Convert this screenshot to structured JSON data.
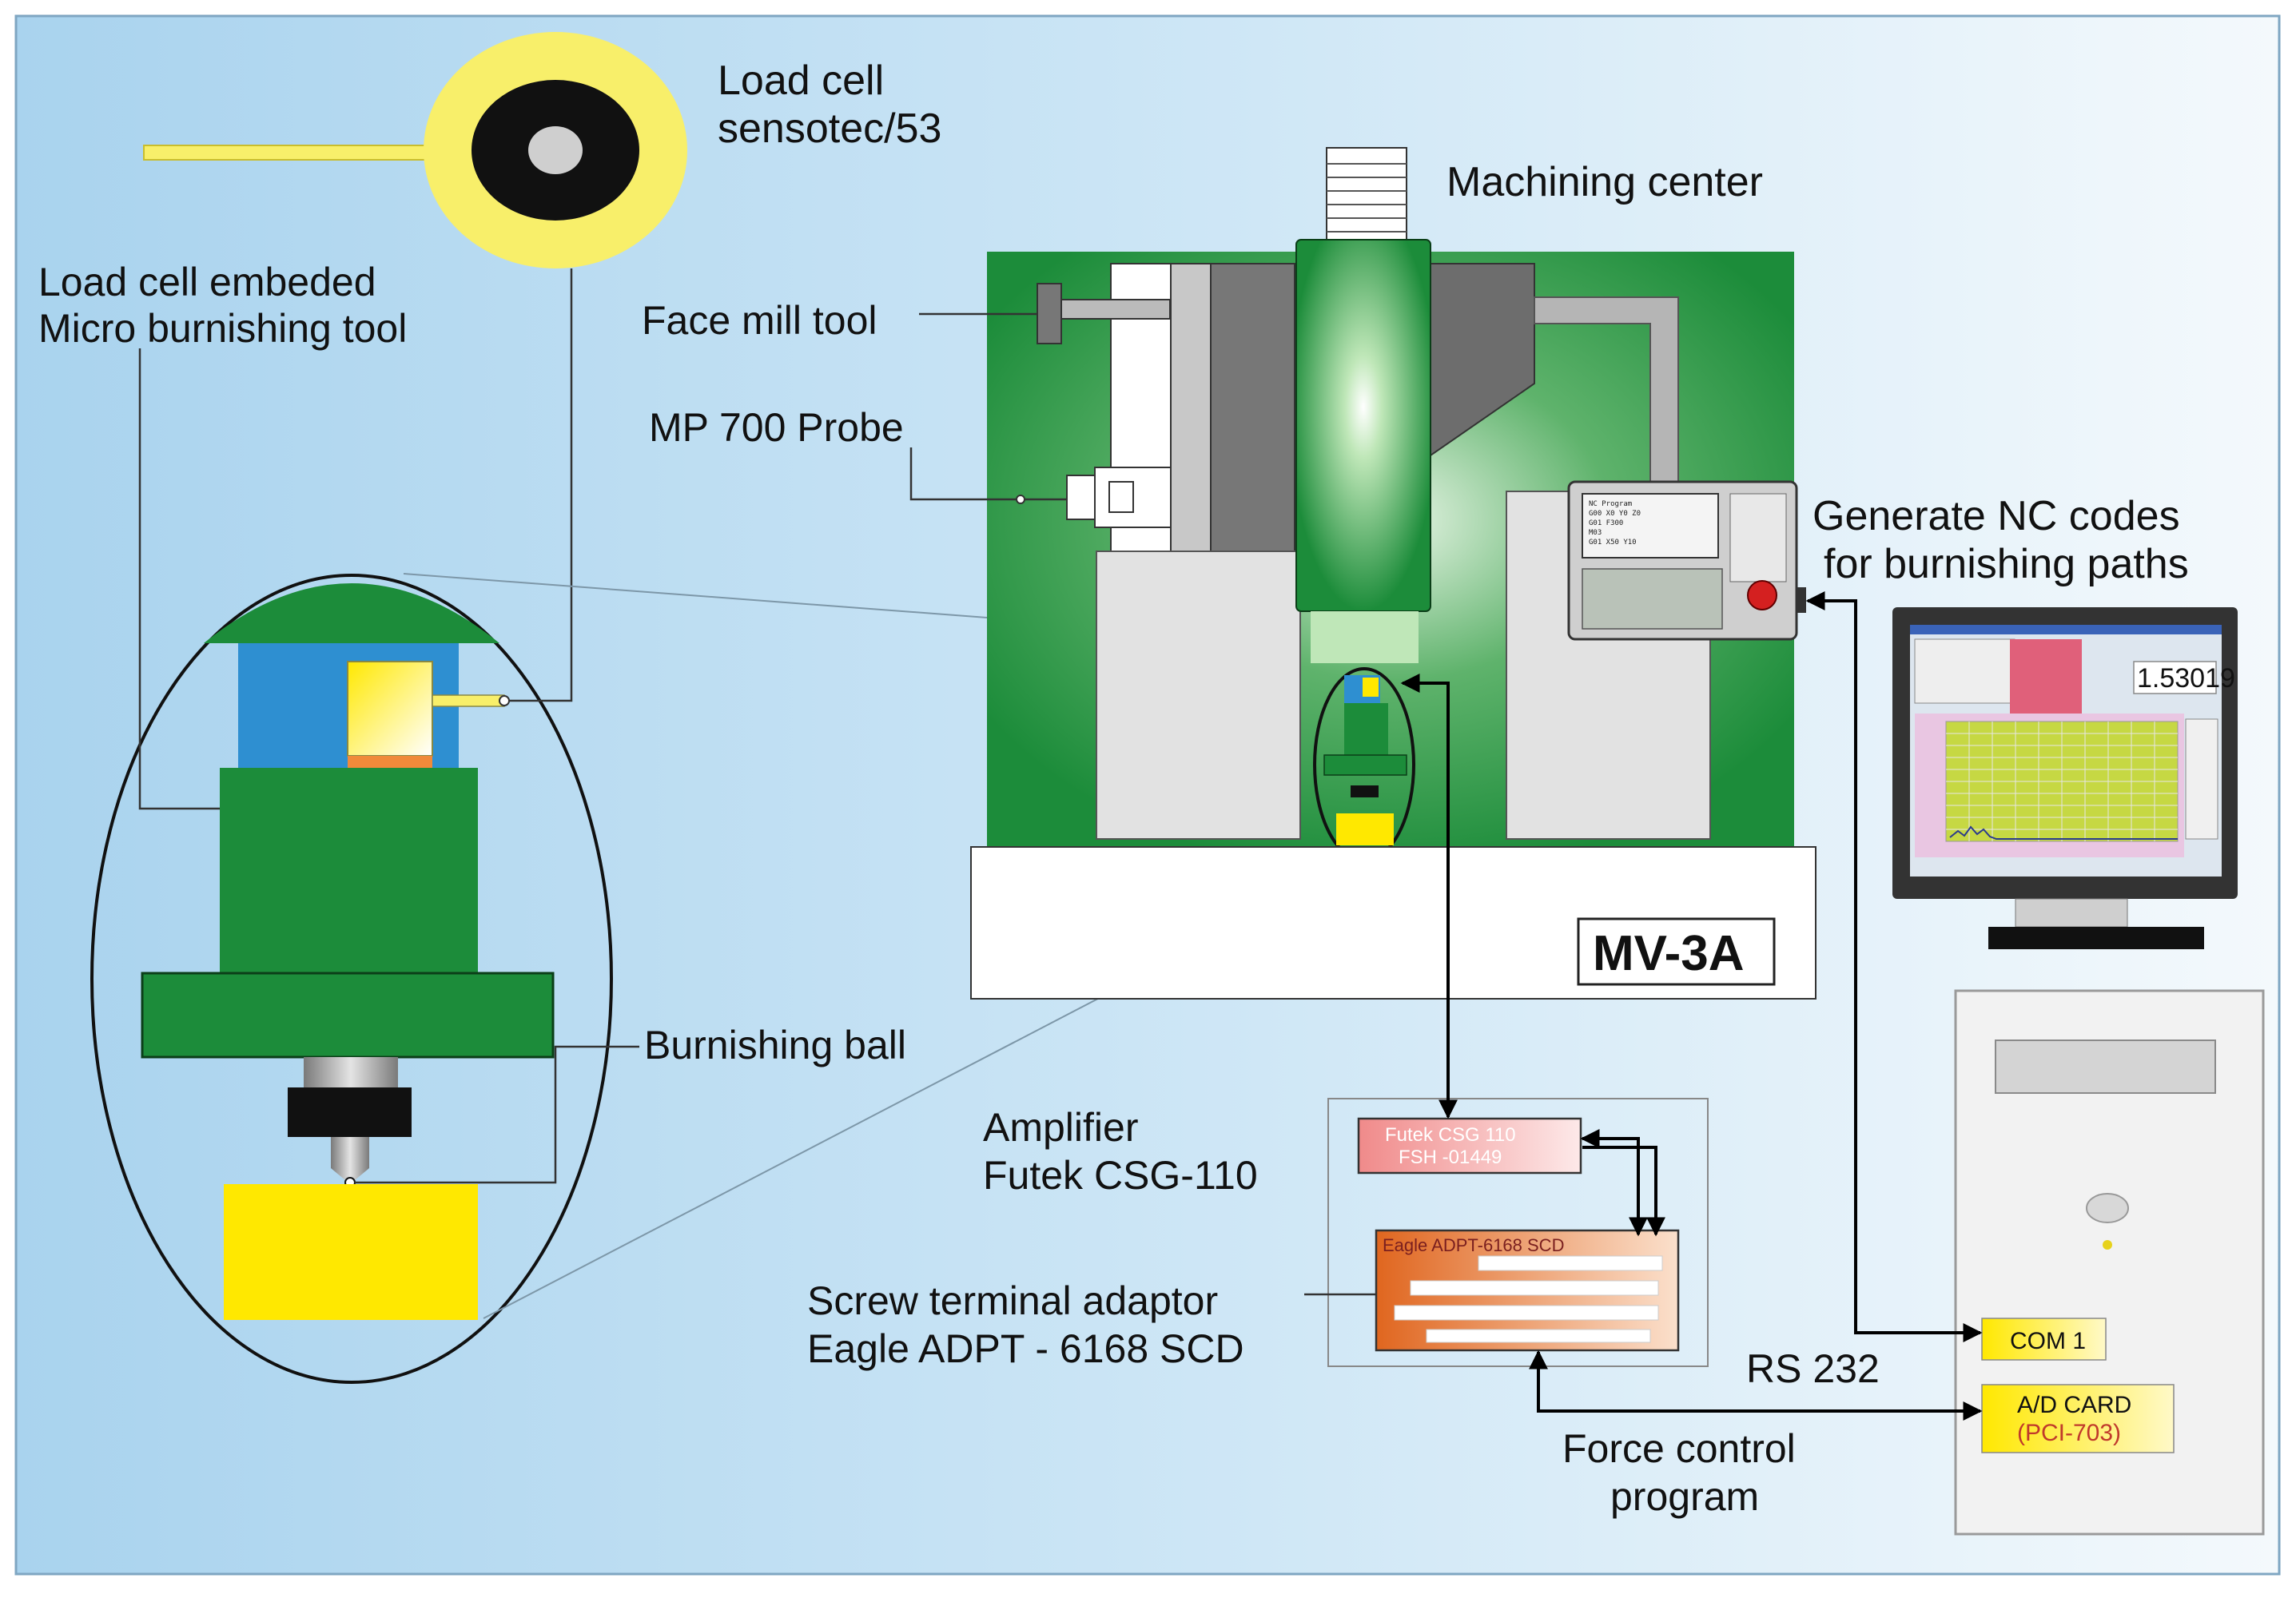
{
  "labels": {
    "load_cell": [
      "Load cell",
      "sensotec/53"
    ],
    "embedded_tool": [
      "Load cell embeded",
      "Micro burnishing  tool"
    ],
    "machining_center": "Machining  center",
    "face_mill_tool": "Face mill tool",
    "probe": "MP 700 Probe",
    "nc_codes": [
      "Generate NC codes",
      "for burnishing paths"
    ],
    "burnishing_ball": "Burnishing ball",
    "amplifier": [
      "Amplifier",
      "Futek CSG-110"
    ],
    "screw_terminal": [
      "Screw terminal adaptor",
      "Eagle ADPT - 6168 SCD"
    ],
    "rs232": "RS 232",
    "force_control": [
      "Force control",
      "program"
    ],
    "model_badge": "MV-3A"
  },
  "devices": {
    "amplifier_box": [
      "Futek CSG 110",
      "FSH -01449"
    ],
    "adaptor_box": "Eagle ADPT-6168 SCD",
    "com_port": "COM 1",
    "ad_card": [
      "A/D CARD",
      "(PCI-703)"
    ],
    "screen_readout": "1.53019"
  },
  "colors": {
    "background_left": "#a9d3ee",
    "background_right": "#eef6fb",
    "machine_green": "#1c8c3a",
    "tool_blue": "#2e8fd1",
    "yellow": "#ffe800",
    "load_cell_ring": "#f8ef6a",
    "plot_green": "#c6d843",
    "monitor_frame": "#333333"
  }
}
